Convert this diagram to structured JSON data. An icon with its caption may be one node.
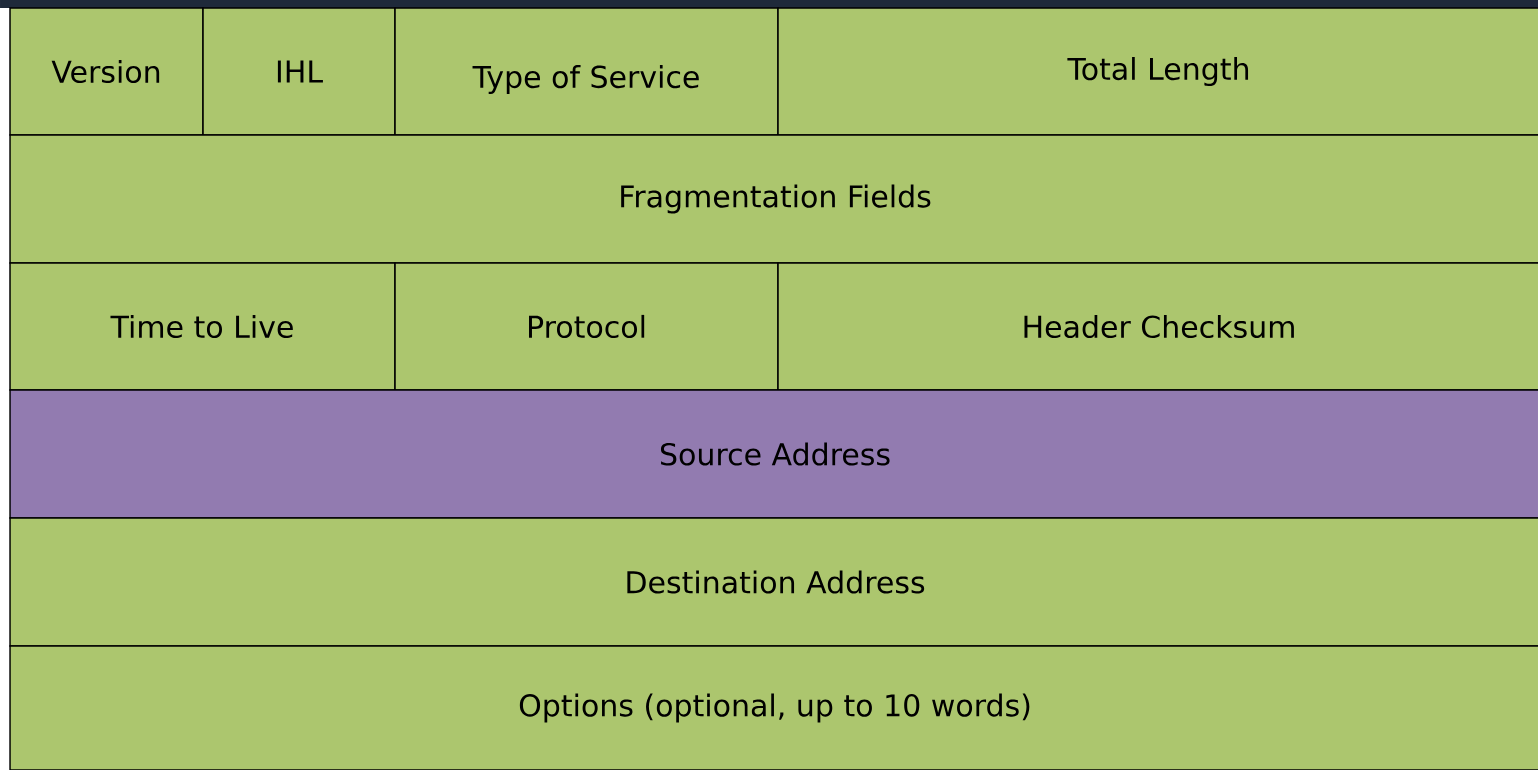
{
  "diagram": {
    "nodes": [
      {
        "text": [
          "Version"
        ]
      },
      {
        "text": [
          "IHL"
        ]
      },
      {
        "text": [
          "Type of Service"
        ]
      },
      {
        "text": [
          "Total Length"
        ]
      },
      {
        "text": [
          "Fragmentation Fields"
        ]
      },
      {
        "text": [
          "Time to Live"
        ]
      },
      {
        "text": [
          "Protocol"
        ]
      },
      {
        "text": [
          "Header Checksum"
        ]
      },
      {
        "text": [
          "Source Address"
        ]
      },
      {
        "text": [
          "Destination Address"
        ]
      },
      {
        "text": [
          "Options (optional, up to 10 words)"
        ]
      }
    ]
  }
}
